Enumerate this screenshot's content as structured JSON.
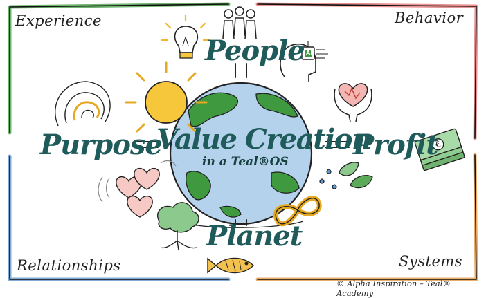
{
  "quadrants": {
    "top_left": "Experience",
    "top_right": "Behavior",
    "bottom_left": "Relationships",
    "bottom_right": "Systems"
  },
  "labels": {
    "people": "People",
    "purpose": "Purpose",
    "profit": "Profit",
    "planet": "Planet"
  },
  "center": {
    "title": "Value Creation",
    "subtitle": "in a Teal®OS"
  },
  "icons": {
    "ai_chip": "AI"
  },
  "credit": "© Alpha Inspiration – Teal® Academy",
  "colors": {
    "experience_border": "#3f9a3f",
    "behavior_border": "#d84a4a",
    "relationships_border": "#2c6fb8",
    "systems_border": "#e08a2a",
    "label_teal": "#1f5b5a",
    "globe_blue": "#9fc4e6",
    "land_green": "#3f9a3f"
  }
}
